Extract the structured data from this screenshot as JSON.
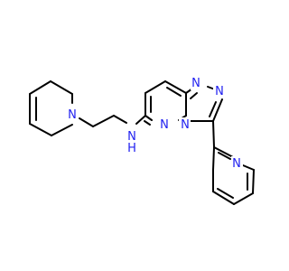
{
  "molecule": {
    "atoms": {
      "n_tetrahydropyridine": "N",
      "n_amine": "N",
      "h_amine": "H",
      "n_triazole_top_left": "N",
      "n_triazole_top_right": "N",
      "n_pyridazine_bridge": "N",
      "n_pyridazine": "N",
      "n_pyridine": "N"
    },
    "colors": {
      "bond": "#000000",
      "heteroatom": "#1f1ff0",
      "background": "#ffffff"
    }
  }
}
